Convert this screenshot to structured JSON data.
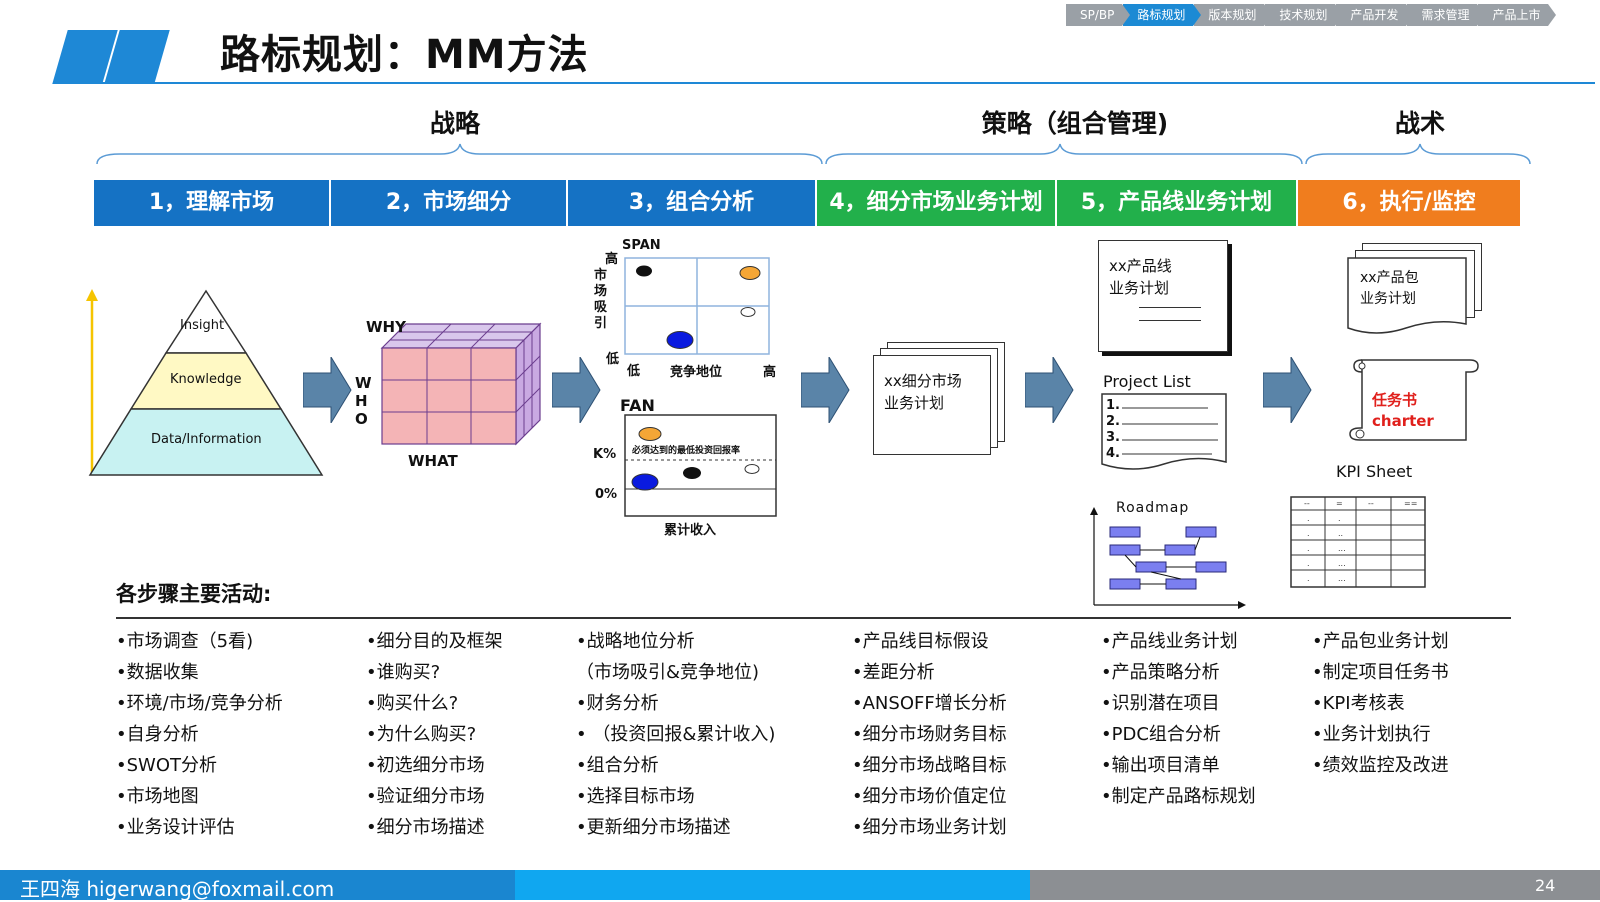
{
  "breadcrumbs": [
    "SP/BP",
    "路标规划",
    "版本规划",
    "技术规划",
    "产品开发",
    "需求管理",
    "产品上市"
  ],
  "active_breadcrumb": "路标规划",
  "title": "路标规划：MM方法",
  "phases": {
    "strategy": "战略",
    "tactics_combo": "策略（组合管理)",
    "tactics": "战术"
  },
  "steps": [
    {
      "label": "1，理解市场",
      "color": "#1572c4"
    },
    {
      "label": "2，市场细分",
      "color": "#1572c4"
    },
    {
      "label": "3，组合分析",
      "color": "#1572c4"
    },
    {
      "label": "4，细分市场业务计划",
      "color": "#22b04b"
    },
    {
      "label": "5，产品线业务计划",
      "color": "#22b04b"
    },
    {
      "label": "6，执行/监控",
      "color": "#f07d1e"
    }
  ],
  "pyramid": {
    "top": "Insight",
    "middle": "Knowledge",
    "bottom": "Data/Information"
  },
  "cube": {
    "why": "WHY",
    "who": [
      "W",
      "H",
      "O"
    ],
    "what": "WHAT"
  },
  "span_chart": {
    "title": "SPAN",
    "high_y": "高",
    "y_label": [
      "市",
      "场",
      "吸",
      "引"
    ],
    "low": "低",
    "low_x": "低",
    "x_label": "竞争地位",
    "high_x": "高"
  },
  "fan_chart": {
    "title": "FAN",
    "k_label": "K%",
    "zero_label": "0%",
    "threshold_note": "必须达到的最低投资回报率",
    "x_label": "累计收入"
  },
  "segment_doc": [
    "xx细分市场",
    "业务计划"
  ],
  "product_line_doc": [
    "xx产品线",
    "业务计划"
  ],
  "project_list": {
    "title": "Project List",
    "items": [
      "1.",
      "2.",
      "3.",
      "4."
    ]
  },
  "roadmap_label": "Roadmap",
  "package_doc": [
    "xx产品包",
    "业务计划"
  ],
  "charter": [
    "任务书",
    "charter"
  ],
  "kpi_label": "KPI Sheet",
  "activities_title": "各步骤主要活动:",
  "activities": [
    [
      "•市场调查（5看)",
      "•数据收集",
      "•环境/市场/竞争分析",
      "•自身分析",
      "•SWOT分析",
      "•市场地图",
      "•业务设计评估"
    ],
    [
      "•细分目的及框架",
      "•谁购买?",
      "•购买什么?",
      "•为什么购买?",
      "•初选细分市场",
      "•验证细分市场",
      "•细分市场描述"
    ],
    [
      "•战略地位分析",
      " （市场吸引&竞争地位)",
      "•财务分析",
      "• （投资回报&累计收入)",
      "•组合分析",
      "•选择目标市场",
      "•更新细分市场描述"
    ],
    [
      "•产品线目标假设",
      "•差距分析",
      "•ANSOFF增长分析",
      "•细分市场财务目标",
      "•细分市场战略目标",
      "•细分市场价值定位",
      "•细分市场业务计划"
    ],
    [
      "•产品线业务计划",
      "•产品策略分析",
      "•识别潜在项目",
      "•PDC组合分析",
      "•输出项目清单",
      "•制定产品路标规划"
    ],
    [
      "•产品包业务计划",
      "•制定项目任务书",
      "•KPI考核表",
      "•业务计划执行",
      "•绩效监控及改进"
    ]
  ],
  "footer": "王四海 higerwang@foxmail.com",
  "page_number": "24"
}
